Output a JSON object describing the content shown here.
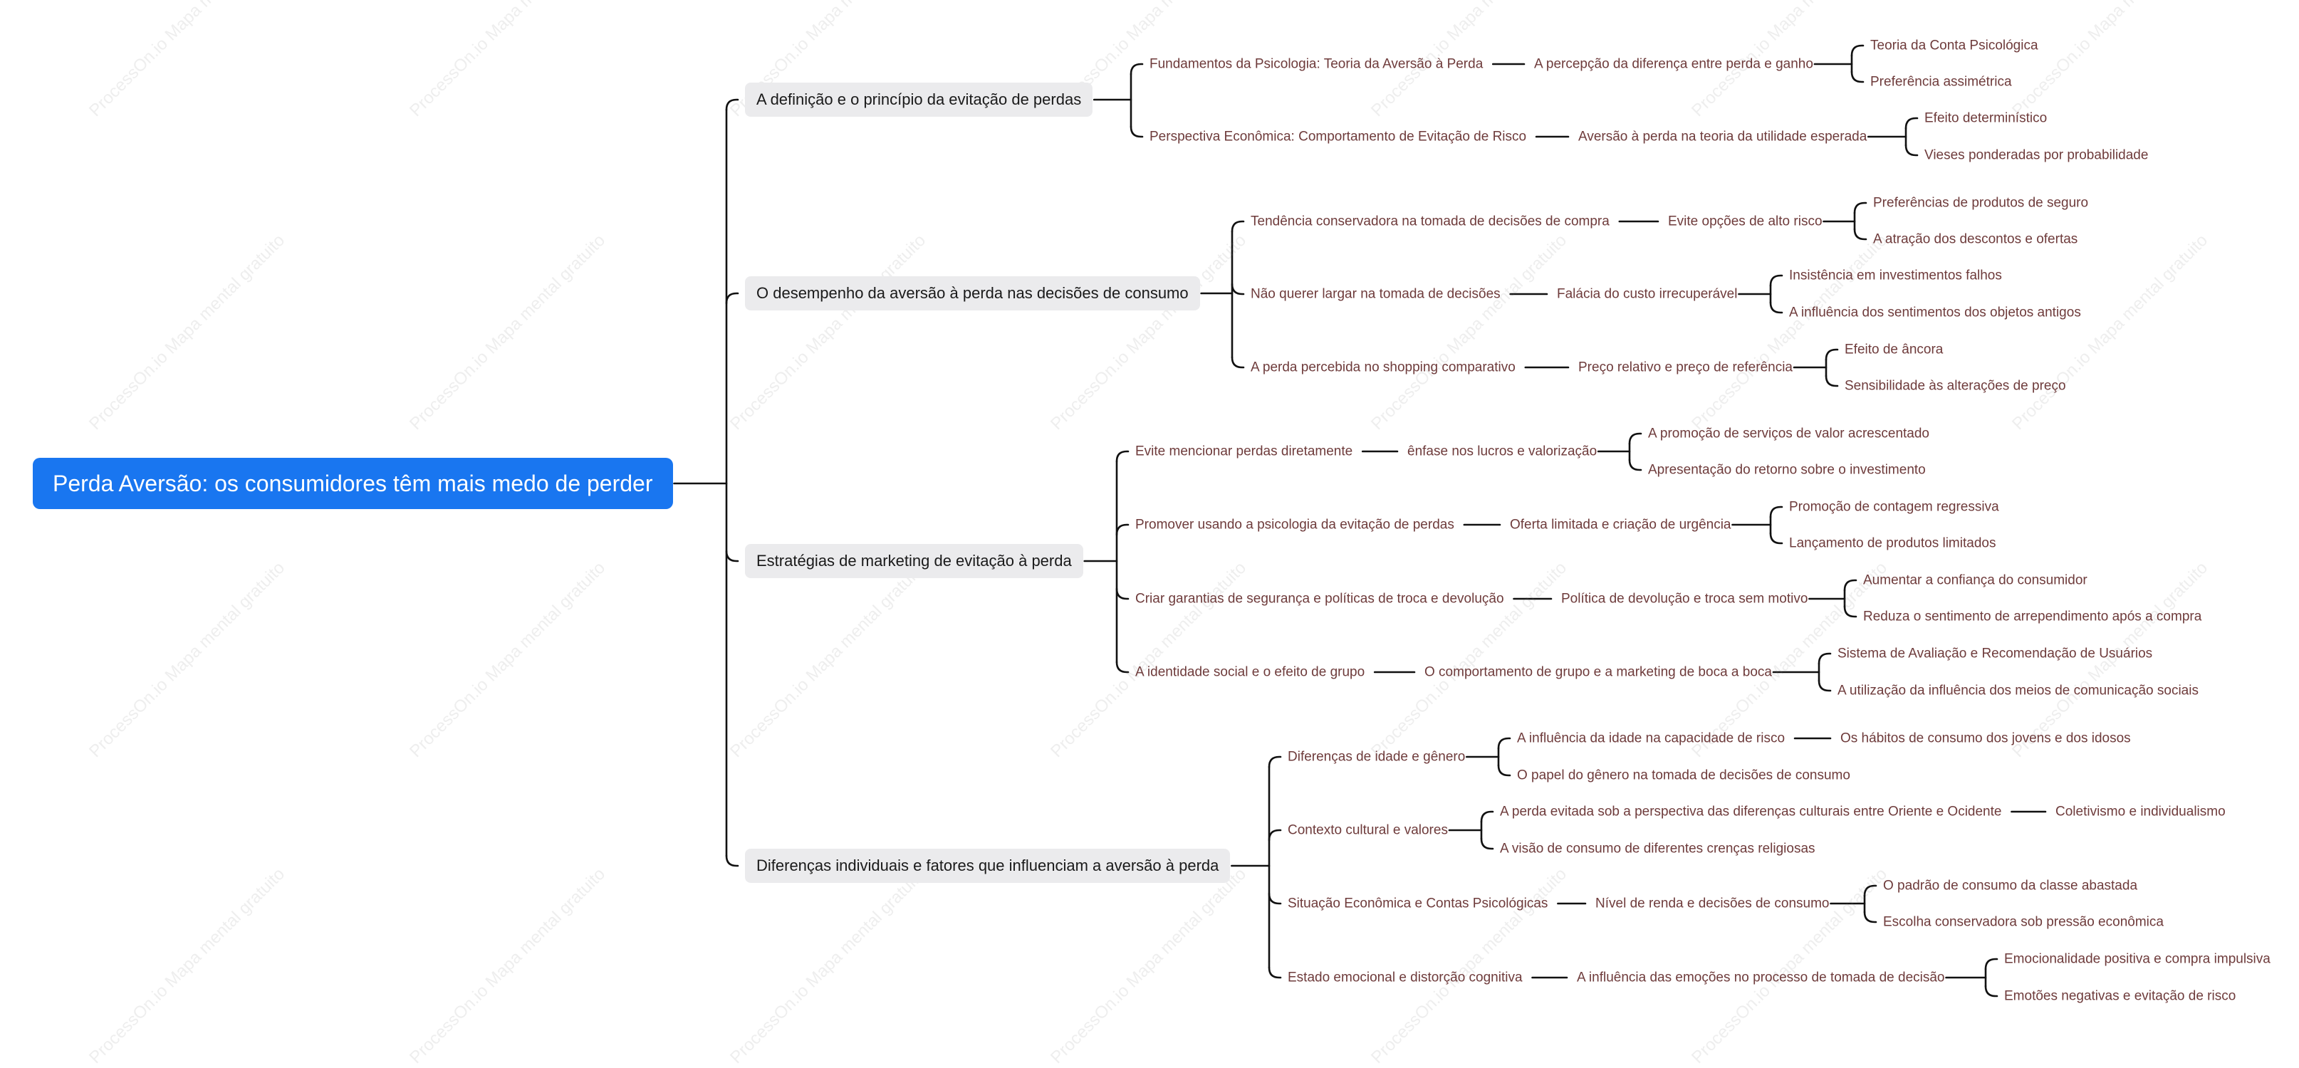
{
  "watermark": "ProcessOn.io Mapa mental gratuito",
  "colors": {
    "root_bg": "#1976f0",
    "branch_bg": "#ebebed",
    "line": "#111111",
    "sub_text": "#6e3b3b"
  },
  "mindmap": {
    "text": "Perda Aversão: os consumidores têm mais medo de perder",
    "children": [
      {
        "text": "A definição e o princípio da evitação de perdas",
        "children": [
          {
            "text": "Fundamentos da Psicologia: Teoria da Aversão à Perda",
            "children": [
              {
                "text": "A percepção da diferença entre perda e ganho",
                "children": [
                  {
                    "text": "Teoria da Conta Psicológica"
                  },
                  {
                    "text": "Preferência assimétrica"
                  }
                ]
              }
            ]
          },
          {
            "text": "Perspectiva Econômica: Comportamento de Evitação de Risco",
            "children": [
              {
                "text": "Aversão à perda na teoria da utilidade esperada",
                "children": [
                  {
                    "text": "Efeito determinístico"
                  },
                  {
                    "text": "Vieses ponderadas por probabilidade"
                  }
                ]
              }
            ]
          }
        ]
      },
      {
        "text": "O desempenho da aversão à perda nas decisões de consumo",
        "children": [
          {
            "text": "Tendência conservadora na tomada de decisões de compra",
            "children": [
              {
                "text": "Evite opções de alto risco",
                "children": [
                  {
                    "text": "Preferências de produtos de seguro"
                  },
                  {
                    "text": "A atração dos descontos e ofertas"
                  }
                ]
              }
            ]
          },
          {
            "text": "Não querer largar na tomada de decisões",
            "children": [
              {
                "text": "Falácia do custo irrecuperável",
                "children": [
                  {
                    "text": "Insistência em investimentos falhos"
                  },
                  {
                    "text": "A influência dos sentimentos dos objetos antigos"
                  }
                ]
              }
            ]
          },
          {
            "text": "A perda percebida no shopping comparativo",
            "children": [
              {
                "text": "Preço relativo e preço de referência",
                "children": [
                  {
                    "text": "Efeito de âncora"
                  },
                  {
                    "text": "Sensibilidade às alterações de preço"
                  }
                ]
              }
            ]
          }
        ]
      },
      {
        "text": "Estratégias de marketing de evitação à perda",
        "children": [
          {
            "text": "Evite mencionar perdas diretamente",
            "children": [
              {
                "text": "ênfase nos lucros e valorização",
                "children": [
                  {
                    "text": "A promoção de serviços de valor acrescentado"
                  },
                  {
                    "text": "Apresentação do retorno sobre o investimento"
                  }
                ]
              }
            ]
          },
          {
            "text": "Promover usando a psicologia da evitação de perdas",
            "children": [
              {
                "text": "Oferta limitada e criação de urgência",
                "children": [
                  {
                    "text": "Promoção de contagem regressiva"
                  },
                  {
                    "text": "Lançamento de produtos limitados"
                  }
                ]
              }
            ]
          },
          {
            "text": "Criar garantias de segurança e políticas de troca e devolução",
            "children": [
              {
                "text": "Política de devolução e troca sem motivo",
                "children": [
                  {
                    "text": "Aumentar a confiança do consumidor"
                  },
                  {
                    "text": "Reduza o sentimento de arrependimento após a compra"
                  }
                ]
              }
            ]
          },
          {
            "text": "A identidade social e o efeito de grupo",
            "children": [
              {
                "text": "O comportamento de grupo e a marketing de boca a boca",
                "children": [
                  {
                    "text": "Sistema de Avaliação e Recomendação de Usuários"
                  },
                  {
                    "text": "A utilização da influência dos meios de comunicação sociais"
                  }
                ]
              }
            ]
          }
        ]
      },
      {
        "text": "Diferenças individuais e fatores que influenciam a aversão à perda",
        "children": [
          {
            "text": "Diferenças de idade e gênero",
            "children": [
              {
                "text": "A influência da idade na capacidade de risco",
                "children": [
                  {
                    "text": "Os hábitos de consumo dos jovens e dos idosos"
                  }
                ]
              },
              {
                "text": "O papel do gênero na tomada de decisões de consumo"
              }
            ]
          },
          {
            "text": "Contexto cultural e valores",
            "children": [
              {
                "text": "A perda evitada sob a perspectiva das diferenças culturais entre Oriente e Ocidente",
                "children": [
                  {
                    "text": "Coletivismo e individualismo"
                  }
                ]
              },
              {
                "text": "A visão de consumo de diferentes crenças religiosas"
              }
            ]
          },
          {
            "text": "Situação Econômica e Contas Psicológicas",
            "children": [
              {
                "text": "Nível de renda e decisões de consumo",
                "children": [
                  {
                    "text": "O padrão de consumo da classe abastada"
                  },
                  {
                    "text": "Escolha conservadora sob pressão econômica"
                  }
                ]
              }
            ]
          },
          {
            "text": "Estado emocional e distorção cognitiva",
            "children": [
              {
                "text": "A influência das emoções no processo de tomada de decisão",
                "children": [
                  {
                    "text": "Emocionalidade positiva e compra impulsiva"
                  },
                  {
                    "text": "Emotões negativas e evitação de risco"
                  }
                ]
              }
            ]
          }
        ]
      }
    ]
  }
}
